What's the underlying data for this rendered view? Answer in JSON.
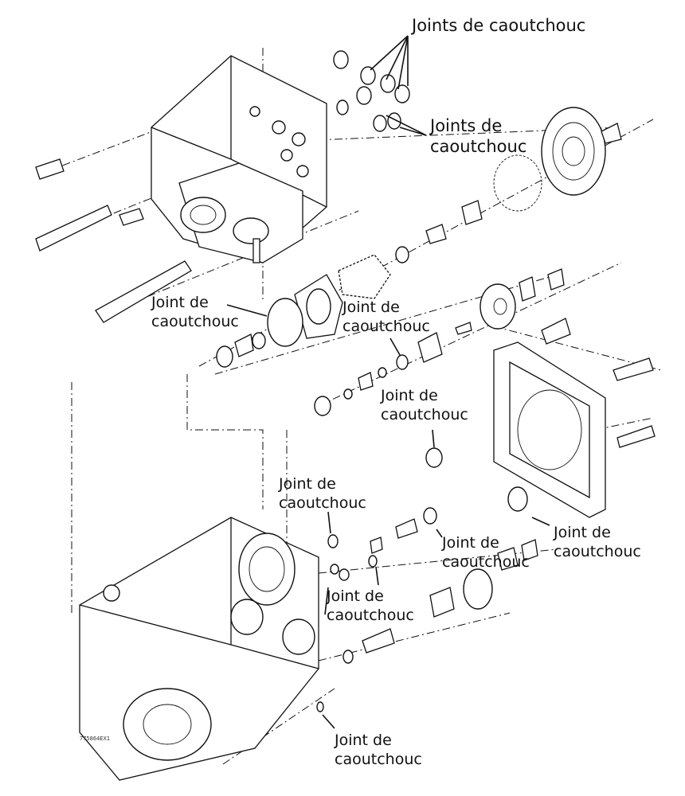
{
  "diagram": {
    "title": "Exploded view - pump assembly",
    "reference_code": "775864EX1",
    "labels": [
      {
        "id": "top-group",
        "text": "Joints de caoutchouc"
      },
      {
        "id": "upper-pair",
        "text": "Joints de\ncaoutchouc"
      },
      {
        "id": "large-ring",
        "text": "Joint de\ncaoutchouc"
      },
      {
        "id": "mid-valve",
        "text": "Joint de\ncaoutchouc"
      },
      {
        "id": "mid-right",
        "text": "Joint de\ncaoutchouc"
      },
      {
        "id": "lower-left",
        "text": "Joint de\ncaoutchouc"
      },
      {
        "id": "lower-spring",
        "text": "Joint de\ncaoutchouc"
      },
      {
        "id": "cover-plate",
        "text": "Joint de\ncaoutchouc"
      },
      {
        "id": "lower-center",
        "text": "Joint de\ncaoutchouc"
      },
      {
        "id": "bottom",
        "text": "Joint de\ncaoutchouc"
      }
    ]
  }
}
